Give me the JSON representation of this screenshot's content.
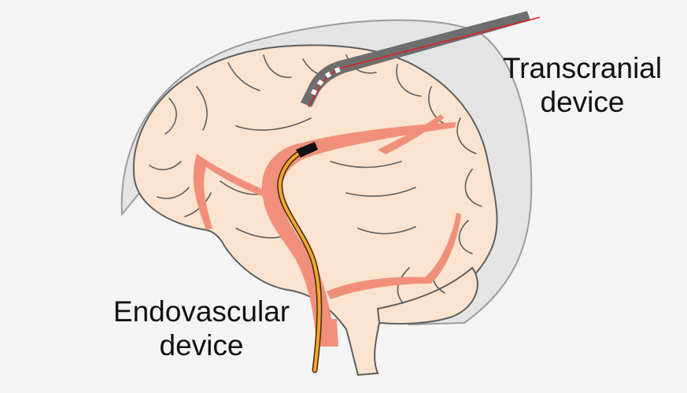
{
  "labels": {
    "transcranial": {
      "line1": "Transcranial",
      "line2": "device"
    },
    "endovascular": {
      "line1": "Endovascular",
      "line2": "device"
    }
  },
  "colors": {
    "background": "#f4f4f4",
    "skull": "#e4e4e4",
    "skull_outline": "#9c9c9c",
    "brain": "#fbe3cf",
    "sulci": "#5e5e5e",
    "vessel": "#f0907a",
    "catheter": "#f7a630",
    "probe": "#6e6e6e",
    "probe_wire": "#e02020",
    "catheter_tip": "#111111"
  },
  "icons": {
    "brain": "brain-illustration",
    "transcranial_probe": "electrode-probe-icon",
    "endovascular_catheter": "catheter-icon"
  }
}
